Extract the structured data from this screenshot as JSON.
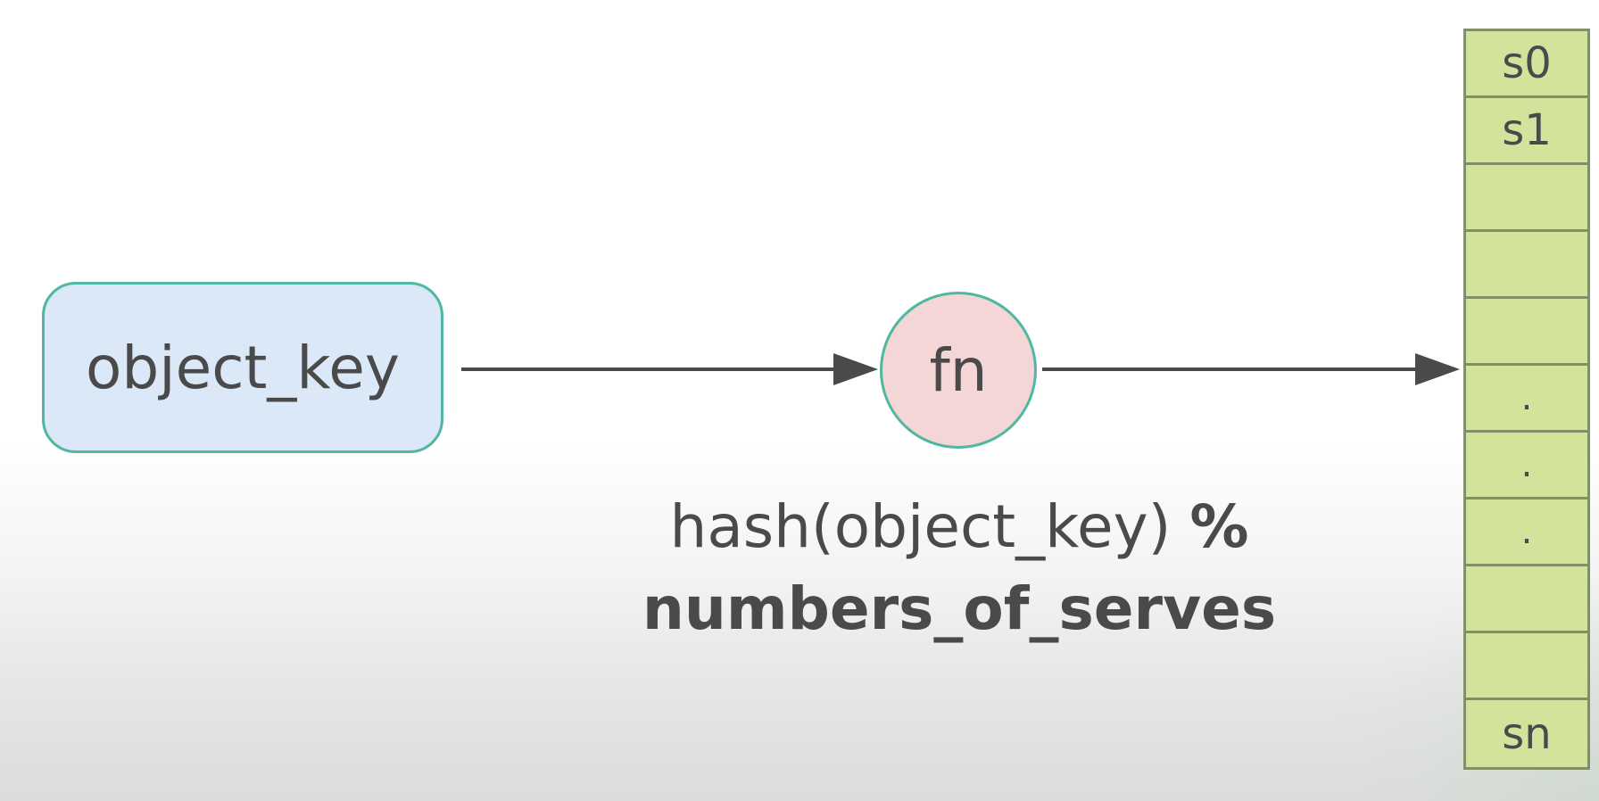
{
  "key_node": {
    "label": "object_key"
  },
  "fn_node": {
    "label": "fn"
  },
  "formula": {
    "line1_regular": "hash(object_key) ",
    "line1_bold": "%",
    "line2_bold": "numbers_of_serves"
  },
  "server_slots": [
    "s0",
    "s1",
    "",
    "",
    "",
    ".",
    ".",
    ".",
    "",
    "",
    "sn"
  ],
  "colors": {
    "key_fill": "#dae8f8",
    "fn_fill": "#f5d6d6",
    "node_border": "#4fb7a2",
    "server_fill": "#d3e39b",
    "server_border": "#7f8f6a",
    "arrow": "#4a4a4a"
  }
}
